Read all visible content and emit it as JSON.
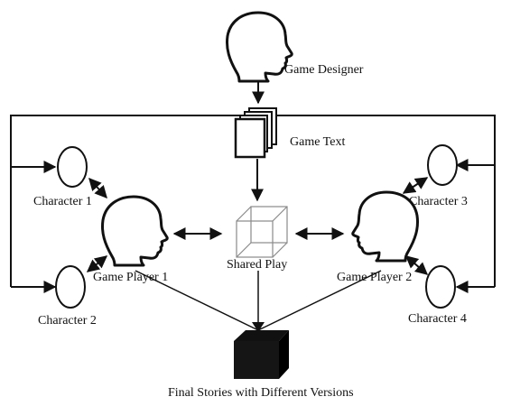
{
  "labels": {
    "game_designer": "Game Designer",
    "game_text": "Game Text",
    "character_1": "Character 1",
    "character_2": "Character 2",
    "character_3": "Character 3",
    "character_4": "Character 4",
    "game_player_1": "Game Player 1",
    "game_player_2": "Game Player 2",
    "shared_play": "Shared Play",
    "final_stories": "Final Stories with Different Versions"
  },
  "colors": {
    "ink": "#111111",
    "background": "#ffffff",
    "cube_lines": "#8a8a8a"
  }
}
